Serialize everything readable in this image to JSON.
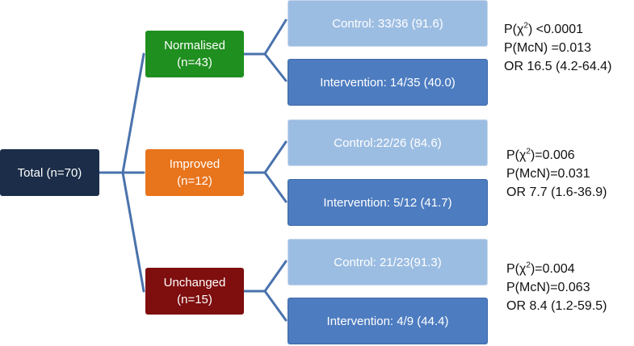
{
  "root": {
    "label": "Total (n=70)"
  },
  "groups": [
    {
      "name": "Normalised",
      "n": "(n=43)",
      "color": "#1f8f1f",
      "control": "Control: 33/36 (91.6)",
      "intervention": "Intervention: 14/35 (40.0)",
      "chi_prefix": "P(χ",
      "chi_sup": "2",
      "chi_suffix": ") <0.0001",
      "mcn": "P(McN) =0.013",
      "or": "OR 16.5 (4.2-64.4)"
    },
    {
      "name": "Improved",
      "n": "(n=12)",
      "color": "#e8741c",
      "control": "Control:22/26 (84.6)",
      "intervention": "Intervention: 5/12 (41.7)",
      "chi_prefix": "P(χ",
      "chi_sup": "2",
      "chi_suffix": ")=0.006",
      "mcn": "P(McN)=0.031",
      "or": "OR 7.7 (1.6-36.9)"
    },
    {
      "name": "Unchanged",
      "n": "(n=15)",
      "color": "#7f0e0e",
      "control": "Control: 21/23(91.3)",
      "intervention": "Intervention: 4/9 (44.4)",
      "chi_prefix": "P(χ",
      "chi_sup": "2",
      "chi_suffix": ")=0.004",
      "mcn": "P(McN)=0.063",
      "or": "OR 8.4 (1.2-59.5)"
    }
  ],
  "colors": {
    "root": "#1b2d48",
    "connector": "#4a72ad",
    "control_box": "#9cbde2",
    "intervention_box": "#4d7cc0"
  }
}
